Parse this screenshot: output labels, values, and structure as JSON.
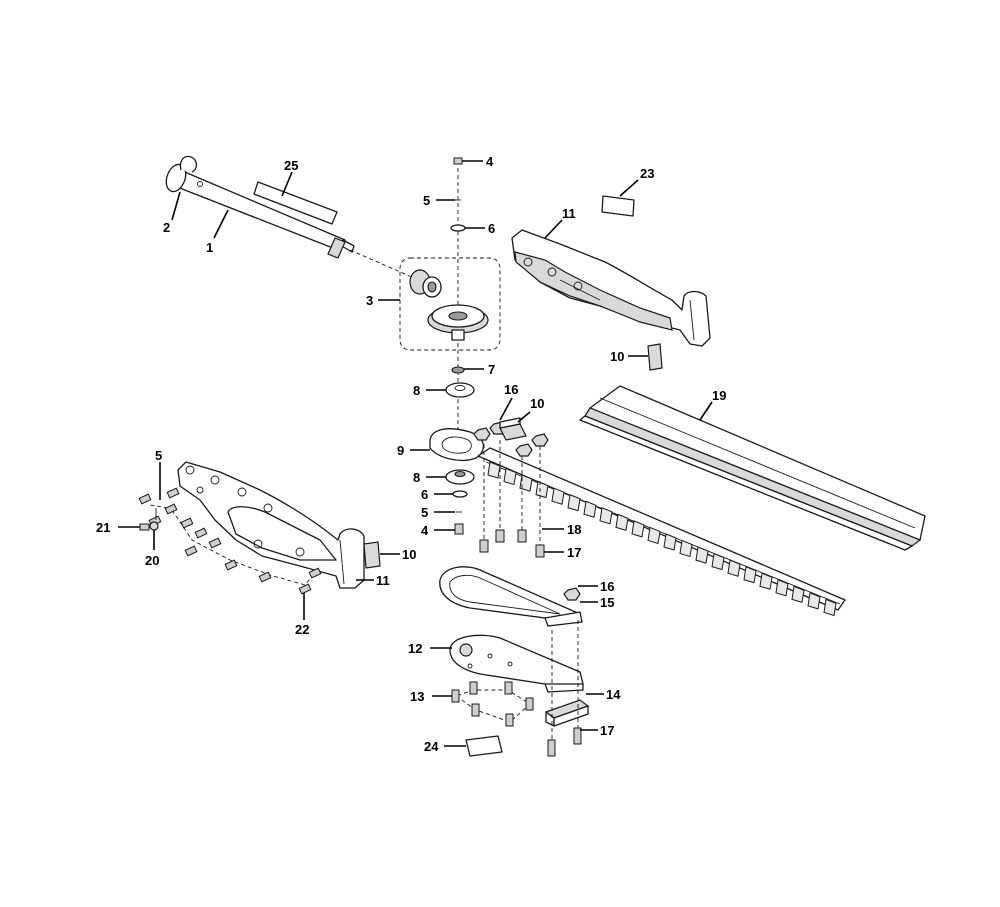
{
  "callouts": {
    "c1": "1",
    "c2": "2",
    "c3": "3",
    "c4a": "4",
    "c4b": "4",
    "c5a": "5",
    "c5b": "5",
    "c5c": "5",
    "c6a": "6",
    "c6b": "6",
    "c7": "7",
    "c8a": "8",
    "c8b": "8",
    "c9": "9",
    "c10a": "10",
    "c10b": "10",
    "c10c": "10",
    "c11a": "11",
    "c11b": "11",
    "c12": "12",
    "c13": "13",
    "c14": "14",
    "c15": "15",
    "c16a": "16",
    "c16b": "16",
    "c17a": "17",
    "c17b": "17",
    "c18": "18",
    "c19": "19",
    "c20": "20",
    "c21": "21",
    "c22": "22",
    "c23": "23",
    "c24": "24",
    "c25": "25"
  }
}
